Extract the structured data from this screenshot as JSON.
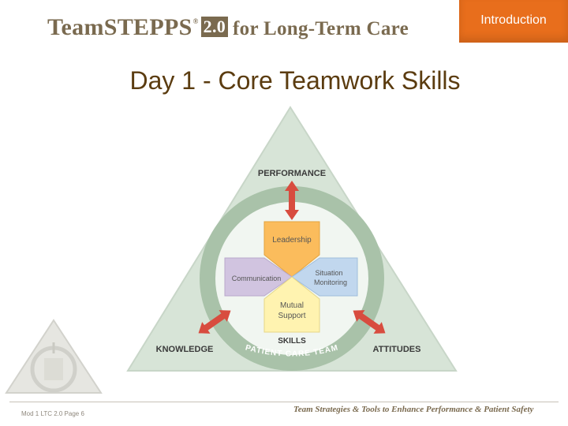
{
  "header": {
    "logo_brand": "TeamSTEPPS",
    "logo_registered": "®",
    "logo_version": "2.0",
    "logo_subtitle": "for Long-Term Care",
    "section_label": "Introduction"
  },
  "slide": {
    "title": "Day 1 - Core Teamwork Skills"
  },
  "diagram": {
    "outcomes": {
      "performance": "PERFORMANCE",
      "knowledge": "KNOWLEDGE",
      "attitudes": "ATTITUDES"
    },
    "skills": {
      "leadership": "Leadership",
      "communication": "Communication",
      "situation_monitoring_line1": "Situation",
      "situation_monitoring_line2": "Monitoring",
      "mutual_support_line1": "Mutual",
      "mutual_support_line2": "Support"
    },
    "skills_label": "SKILLS",
    "arc_label": "PATIENT CARE TEAM"
  },
  "footer": {
    "module_page": "Mod 1 LTC 2.0 Page 6",
    "tagline": "Team Strategies & Tools to Enhance Performance & Patient Safety"
  },
  "colors": {
    "brand": "#7a6a4f",
    "accent_orange": "#e86e1c",
    "title": "#5b3c10",
    "triangle_fill": "#d7e4d7",
    "ring": "#a9c2a9",
    "leadership": "#fbbc5c",
    "communication": "#d1c4e0",
    "situation_monitoring": "#c1d7ee",
    "mutual_support": "#fff3b0",
    "arrow": "#d84c3f"
  }
}
